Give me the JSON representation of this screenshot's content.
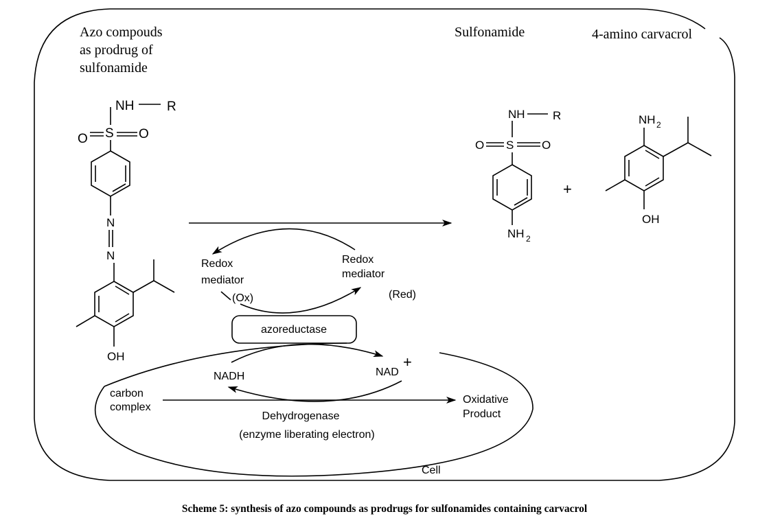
{
  "labels": {
    "prodrug_title": [
      "Azo compouds",
      "as prodrug of",
      "sulfonamide"
    ],
    "sulfonamide_title": "Sulfonamide",
    "carvacrol_title": "4-amino carvacrol",
    "redox_ox": [
      "Redox",
      "mediator",
      "(Ox)"
    ],
    "redox_red": [
      "Redox",
      "mediator",
      "(Red)"
    ],
    "enzyme_box": "azoreductase",
    "nadh": "NADH",
    "nad": "NAD",
    "nad_charge": "+",
    "carbon_complex": [
      "carbon",
      "complex"
    ],
    "oxidative_product": [
      "Oxidative",
      "Product"
    ],
    "dehydrogenase": "Dehydrogenase",
    "dehydrogenase_note": "(enzyme liberating electron)",
    "cell": "Cell",
    "plus": "+",
    "caption": "Scheme 5: synthesis of azo compounds as prodrugs for sulfonamides containing carvacrol"
  },
  "atoms": {
    "nh": "NH",
    "r": "R",
    "o": "O",
    "s": "S",
    "n": "N",
    "oh": "OH",
    "nh2": "NH",
    "subscript_2": "2"
  }
}
